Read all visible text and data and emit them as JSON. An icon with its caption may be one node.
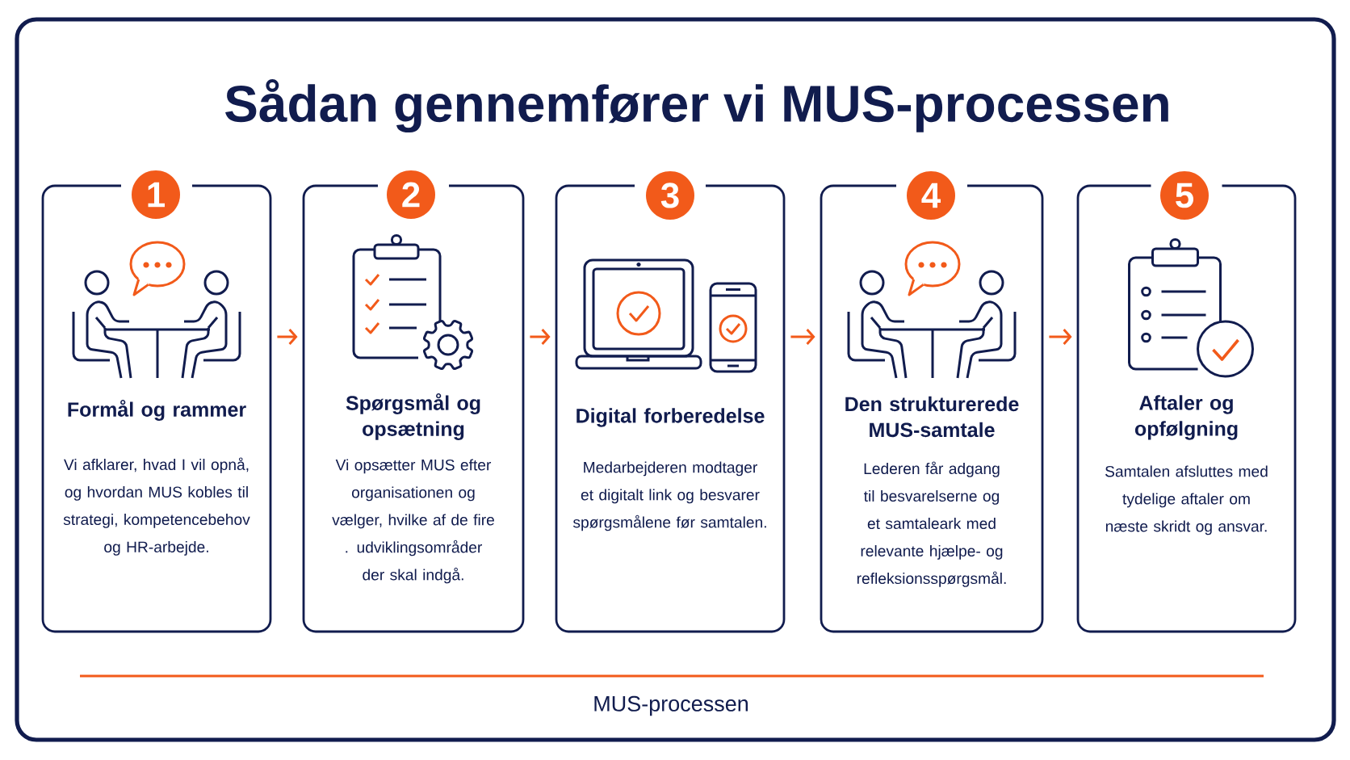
{
  "diagram": {
    "title": "Sådan gennemfører vi MUS-processen",
    "nodes": [
      {
        "text": [
          "1"
        ]
      },
      {
        "text": [
          "Formål og rammer",
          "Vi afklarer, hvad I vil opnå, og hvordan MUS kobles til strategi, kompetencebehov og HR-arbejde."
        ]
      },
      {
        "text": [
          "2"
        ]
      },
      {
        "text": [
          "Spørgsmål og opsætning",
          "Vi opsætter MUS efter organisationen og vælger, hvilke af de fire . udviklingsområder der skal indgå."
        ]
      },
      {
        "text": [
          "3"
        ]
      },
      {
        "text": [
          "Digital forberedelse",
          "Medarbejderen modtager et digitalt link og besvarer spørgsmålene før samtalen."
        ]
      },
      {
        "text": [
          "4"
        ]
      },
      {
        "text": [
          "Den strukturerede MUS-samtale",
          "Lederen får adgang til besvarelserne og et samtaleark med relevante hjælpe- og refleksionsspørgsmål."
        ]
      },
      {
        "text": [
          "5"
        ]
      },
      {
        "text": [
          "Aftaler og opfølgning",
          "Samtalen afsluttes med tydelige aftaler om næste skridt og ansvar."
        ]
      }
    ],
    "edges": [
      {
        "from": 1,
        "to": 3,
        "arrow": "to"
      },
      {
        "from": 3,
        "to": 5,
        "arrow": "to"
      },
      {
        "from": 5,
        "to": 7,
        "arrow": "to"
      },
      {
        "from": 7,
        "to": 9,
        "arrow": "to"
      }
    ],
    "labels": [
      "MUS-processen"
    ]
  }
}
